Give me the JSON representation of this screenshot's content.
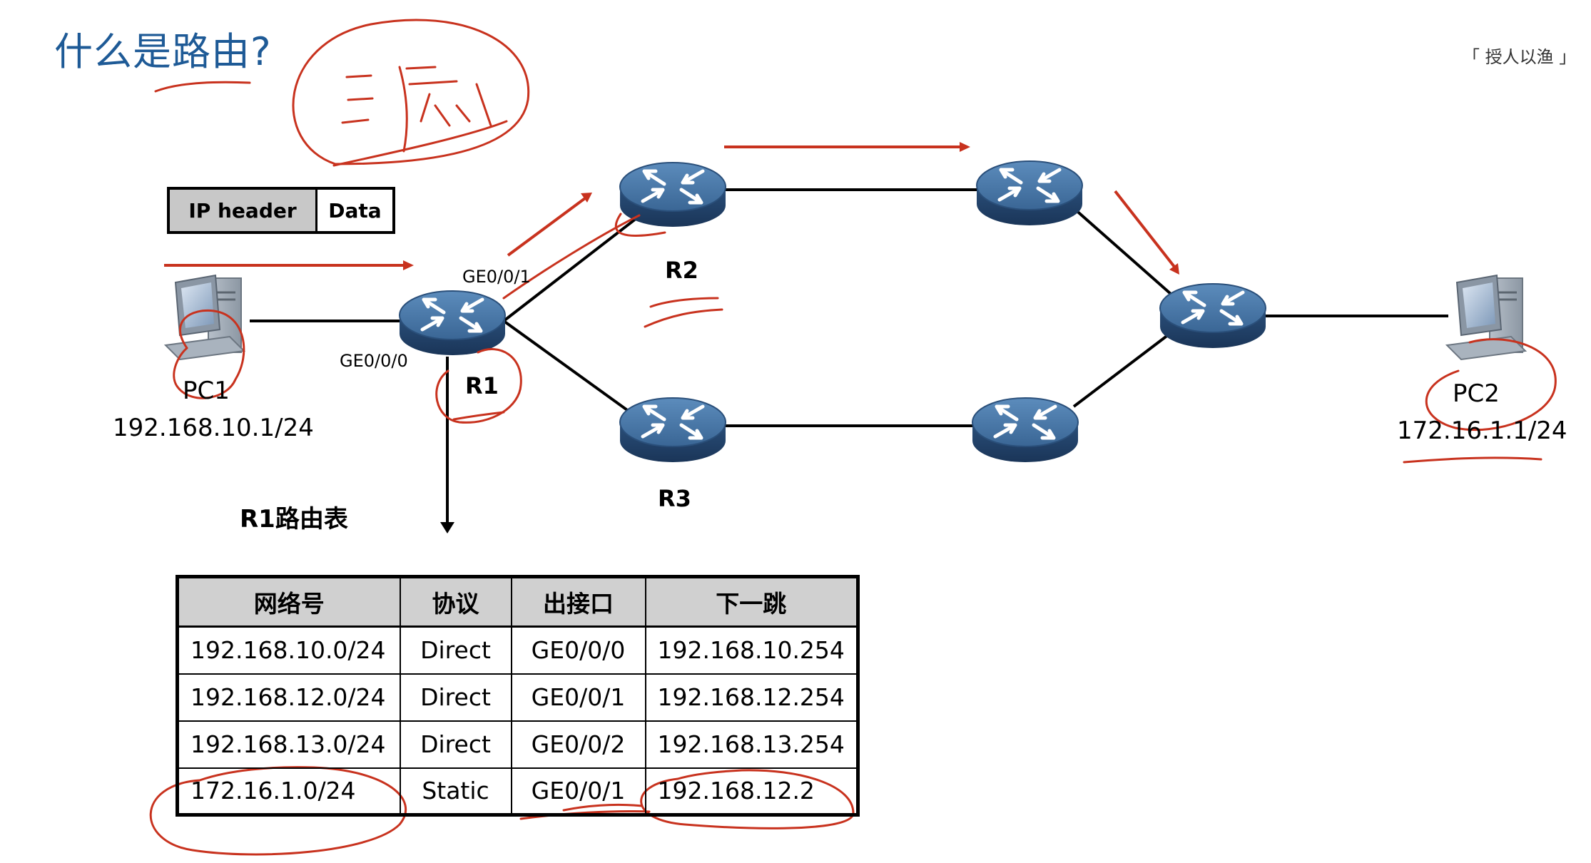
{
  "title": "什么是路由?",
  "brand": "「 授人以渔 」",
  "packet": {
    "header_label": "IP header",
    "data_label": "Data"
  },
  "devices": {
    "pc1": {
      "name": "PC1",
      "ip": "192.168.10.1/24"
    },
    "pc2": {
      "name": "PC2",
      "ip": "172.16.1.1/24"
    },
    "r1": {
      "name": "R1",
      "port_left": "GE0/0/0",
      "port_up": "GE0/0/1"
    },
    "r2": {
      "name": "R2"
    },
    "r3": {
      "name": "R3"
    }
  },
  "routing_table": {
    "title": "R1路由表",
    "headers": [
      "网络号",
      "协议",
      "出接口",
      "下一跳"
    ],
    "rows": [
      [
        "192.168.10.0/24",
        "Direct",
        "GE0/0/0",
        "192.168.10.254"
      ],
      [
        "192.168.12.0/24",
        "Direct",
        "GE0/0/1",
        "192.168.12.254"
      ],
      [
        "192.168.13.0/24",
        "Direct",
        "GE0/0/2",
        "192.168.13.254"
      ],
      [
        "172.16.1.0/24",
        "Static",
        "GE0/0/1",
        "192.168.12.2"
      ]
    ]
  },
  "colors": {
    "title": "#1e5a96",
    "router_body": "#3d6d9e",
    "router_dark": "#1f3f63",
    "annotation_red": "#c8321e",
    "table_header_bg": "#d0d0d0"
  },
  "icons": {
    "router": "router-icon",
    "pc": "computer-icon"
  }
}
